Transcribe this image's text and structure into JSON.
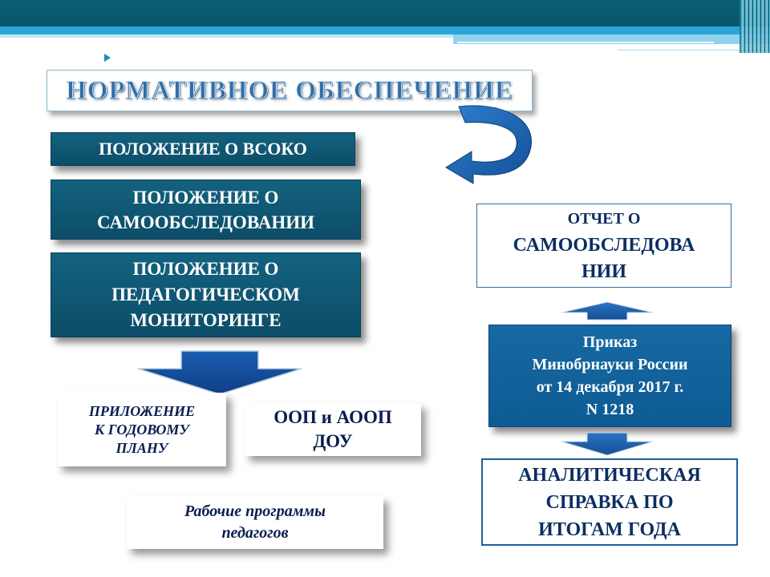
{
  "title": "НОРМАТИВНОЕ ОБЕСПЕЧЕНИЕ",
  "left_boxes": [
    {
      "lines": [
        "ПОЛОЖЕНИЕ О ВСОКО"
      ]
    },
    {
      "lines": [
        "ПОЛОЖЕНИЕ О",
        "САМООБСЛЕДОВАНИИ"
      ]
    },
    {
      "lines": [
        "ПОЛОЖЕНИЕ О",
        "ПЕДАГОГИЧЕСКОМ",
        "МОНИТОРИНГЕ"
      ]
    }
  ],
  "bottom_boxes": {
    "appendix": [
      "ПРИЛОЖЕНИЕ",
      "К ГОДОВОМУ",
      "ПЛАНУ"
    ],
    "oop": [
      "ООП и АООП",
      "ДОУ"
    ],
    "programs": [
      "Рабочие программы",
      "педагогов"
    ]
  },
  "right_boxes": {
    "report": [
      "ОТЧЕТ О",
      "САМООБСЛЕДОВА",
      "НИИ"
    ],
    "order": [
      "Приказ",
      "Минобрнауки России",
      "от 14 декабря 2017 г.",
      "N 1218"
    ],
    "analytic": [
      "АНАЛИТИЧЕСКАЯ",
      "СПРАВКА ПО",
      "ИТОГАМ ГОДА"
    ]
  },
  "colors": {
    "header_dark": "#0b5d73",
    "header_light": "#29a7d6",
    "box_dark": "#0c4d68",
    "box_order": "#0e5b93",
    "arrow_blue": "#1d5fa8",
    "text_dark": "#0b1d50"
  }
}
